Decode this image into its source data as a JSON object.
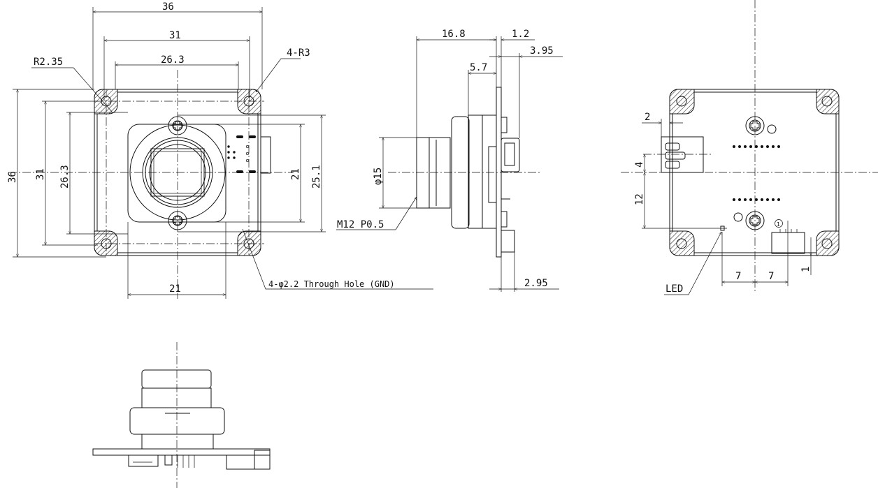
{
  "front_view": {
    "dim_width_outer": "36",
    "dim_width_holes": "31",
    "dim_width_inner": "26.3",
    "dim_height_outer": "36",
    "dim_height_holes": "31",
    "dim_height_inner": "26.3",
    "dim_holder_height": "21",
    "dim_screw_span": "25.1",
    "dim_holder_width": "21",
    "label_hole_radius": "R2.35",
    "label_corner_radius": "4-R3",
    "label_through_hole": "4-φ2.2 Through Hole (GND)"
  },
  "side_view": {
    "dim_lens_length": "16.8",
    "dim_pcb_thickness": "1.2",
    "dim_usb_depth": "3.95",
    "dim_holder_depth": "5.7",
    "dim_lens_diameter": "φ15",
    "label_thread": "M12 P0.5",
    "dim_connector_depth": "2.95"
  },
  "back_view": {
    "dim_usb_overhang": "2",
    "dim_usb_offset": "4",
    "dim_led_offset": "12",
    "dim_led_x": "7",
    "dim_connector_x": "7",
    "dim_connector_y": "1",
    "label_led": "LED",
    "label_pin1": "1"
  }
}
